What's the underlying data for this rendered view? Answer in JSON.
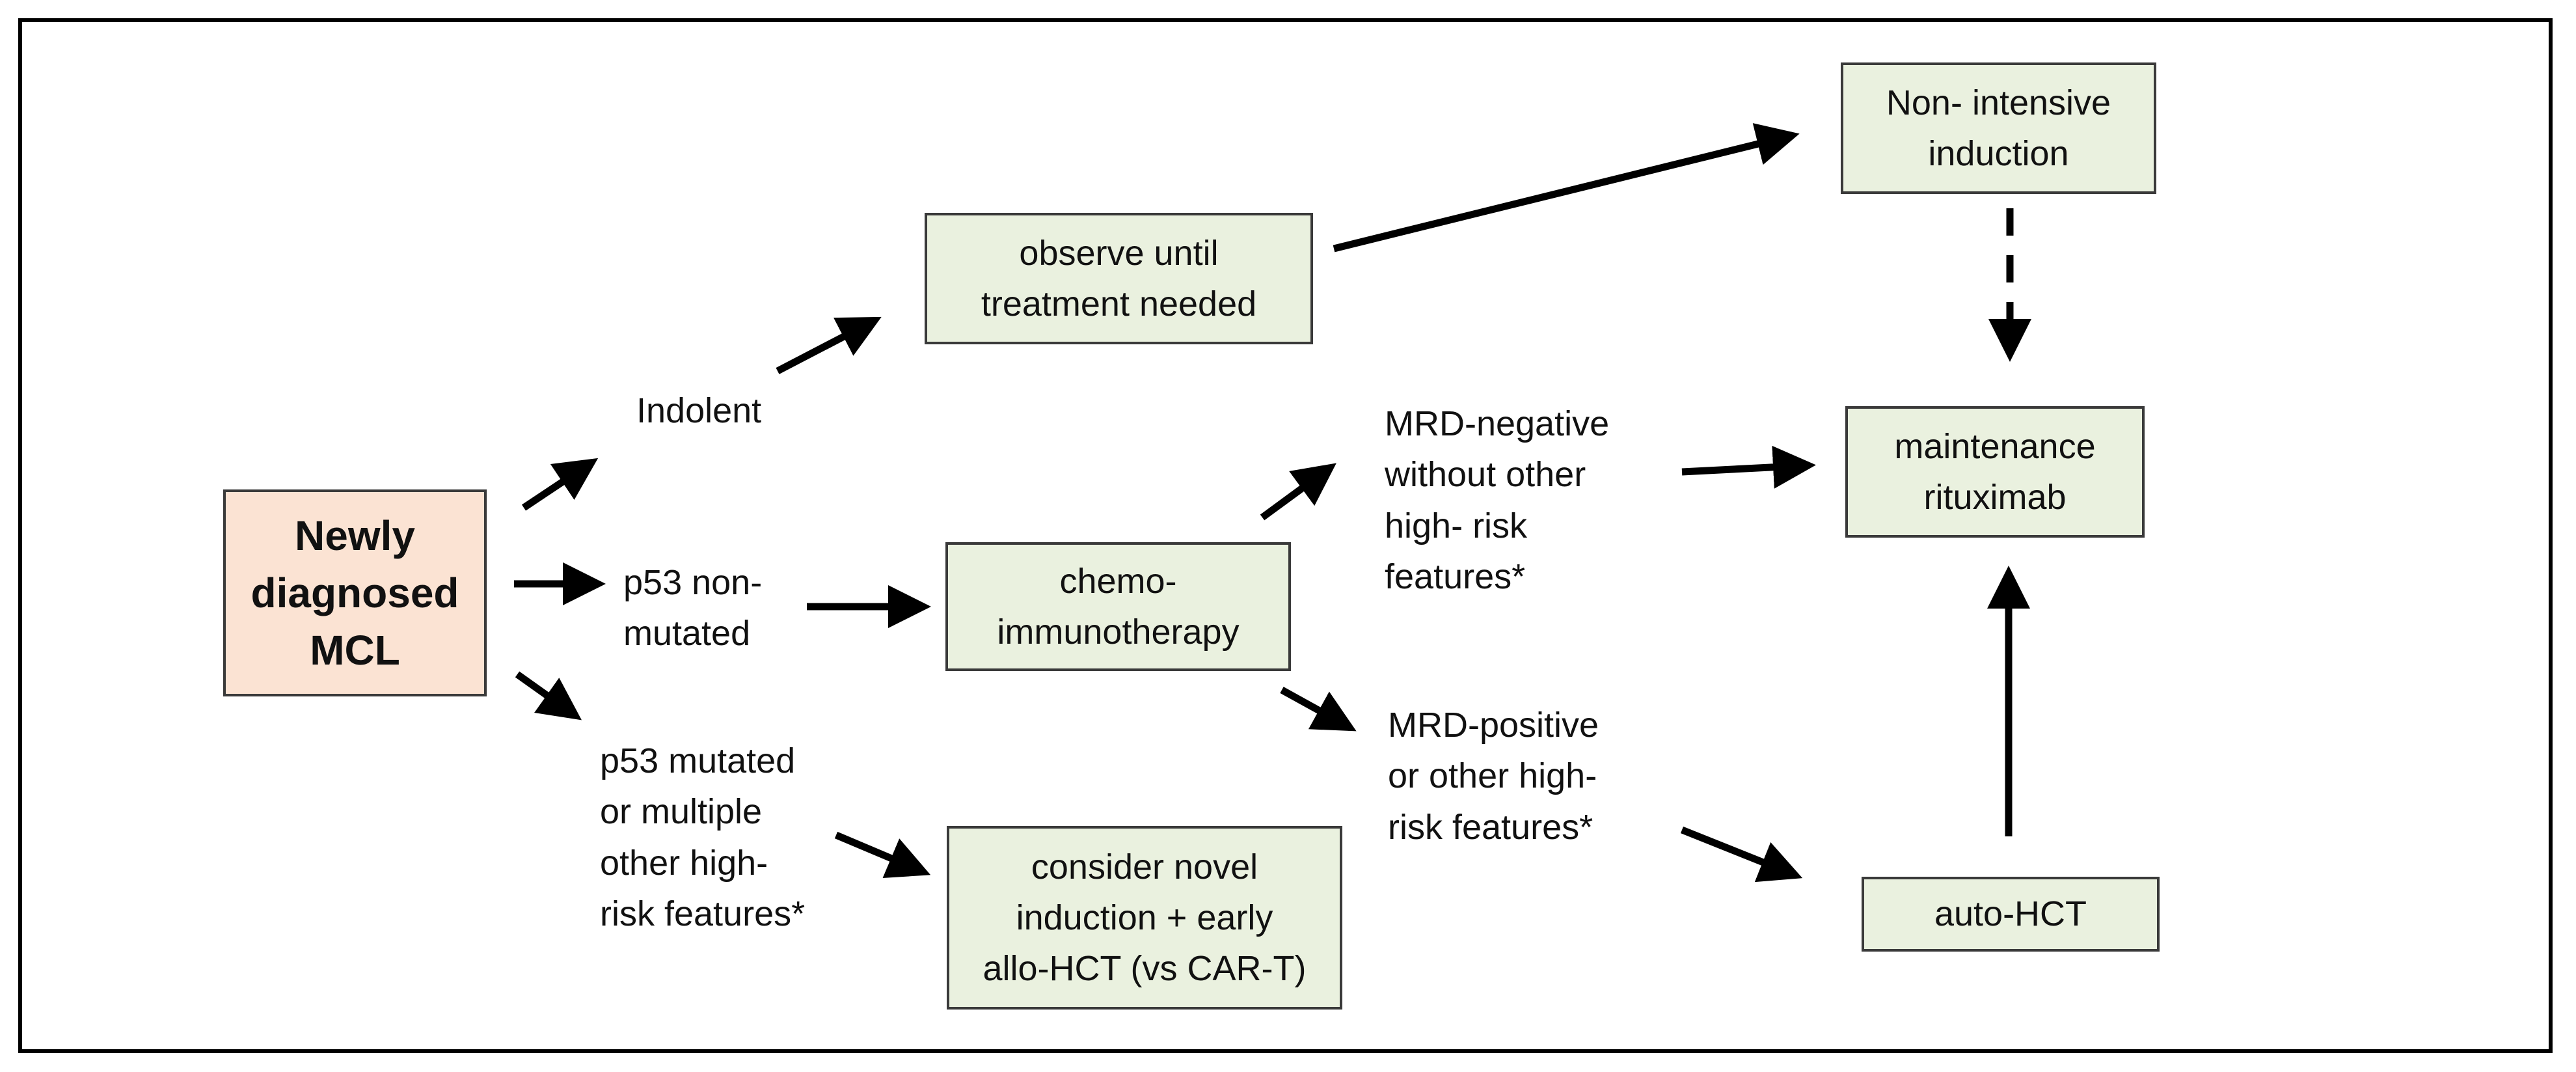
{
  "nodes": {
    "start": "Newly\ndiagnosed\nMCL",
    "observe": "observe until\ntreatment needed",
    "non_intensive": "Non- intensive\ninduction",
    "maintenance": "maintenance\nrituximab",
    "chemo": "chemo-\nimmunotherapy",
    "novel": "consider novel\ninduction + early\nallo-HCT (vs CAR-T)",
    "auto_hct": "auto-HCT"
  },
  "labels": {
    "indolent": "Indolent",
    "p53_non_mutated": "p53 non-\nmutated",
    "p53_mutated": "p53 mutated\nor multiple\nother high-\nrisk features*",
    "mrd_negative": "MRD-negative\nwithout other\nhigh- risk\nfeatures*",
    "mrd_positive": "MRD-positive\nor other high-\nrisk features*"
  },
  "colors": {
    "start_fill": "#fbe3d3",
    "box_fill": "#eaf1df",
    "border": "#3a3a3a",
    "arrow": "#000000"
  }
}
